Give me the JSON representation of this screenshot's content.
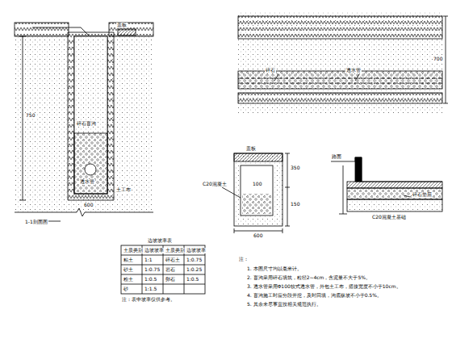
{
  "diagram": {
    "labels": [
      "1-1剖面图",
      "750",
      "碎石盲沟",
      "土工布",
      "透水管",
      "600",
      "盖板",
      "700",
      "碎石",
      "透水管",
      "盖板",
      "100",
      "350",
      "150",
      "600",
      "C20混凝土",
      "路面",
      "C20混凝土基础",
      "碎石垫层",
      "边坡坡率表",
      "土质类别",
      "边坡坡率",
      "土质类别",
      "边坡坡率",
      "粘土",
      "1:1",
      "碎石土",
      "1:0.75",
      "砂土",
      "1:0.75",
      "岩石",
      "1:0.25",
      "粉土",
      "1:0.5",
      "卵石",
      "1:0.5",
      "砂",
      "1:1.5",
      "注：表中坡率仅供参考。",
      "注：",
      "1. 本图尺寸均以毫米计。",
      "2. 盲沟采用碎石填筑，粒径2~4cm，含泥量不大于5%。",
      "3. 透水管采用Φ100软式透水管，外包土工布，搭接宽度不小于10cm。",
      "4. 盲沟施工时应分段开挖，及时回填，沟底纵坡不小于0.5%。",
      "5. 其余未尽事宜按相关规范执行。"
    ]
  }
}
